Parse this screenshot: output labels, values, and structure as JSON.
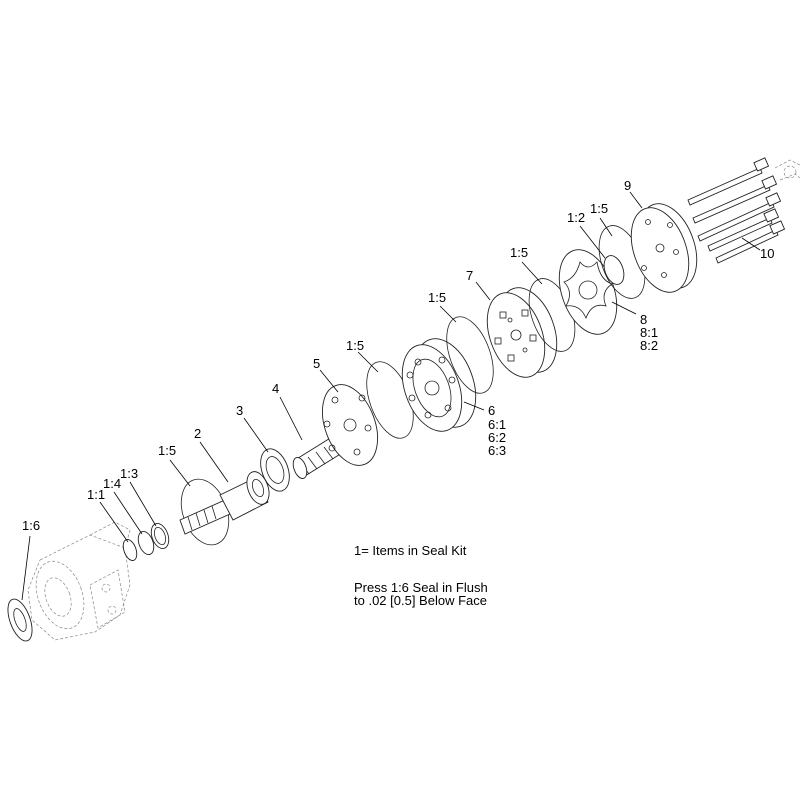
{
  "callouts": {
    "c_1_6": "1:6",
    "c_1_1": "1:1",
    "c_1_4": "1:4",
    "c_1_3": "1:3",
    "c_1_5a": "1:5",
    "c_2": "2",
    "c_3": "3",
    "c_4": "4",
    "c_5": "5",
    "c_1_5b": "1:5",
    "c_6": "6",
    "c_6_1": "6:1",
    "c_6_2": "6:2",
    "c_6_3": "6:3",
    "c_1_5c": "1:5",
    "c_7": "7",
    "c_1_5d": "1:5",
    "c_1_2": "1:2",
    "c_1_5e": "1:5",
    "c_8": "8",
    "c_8_1": "8:1",
    "c_8_2": "8:2",
    "c_9": "9",
    "c_10": "10"
  },
  "notes": {
    "seal_kit": "1= Items in Seal Kit",
    "press_line1": "Press 1:6 Seal in Flush",
    "press_line2": "to .02 [0.5] Below Face"
  }
}
